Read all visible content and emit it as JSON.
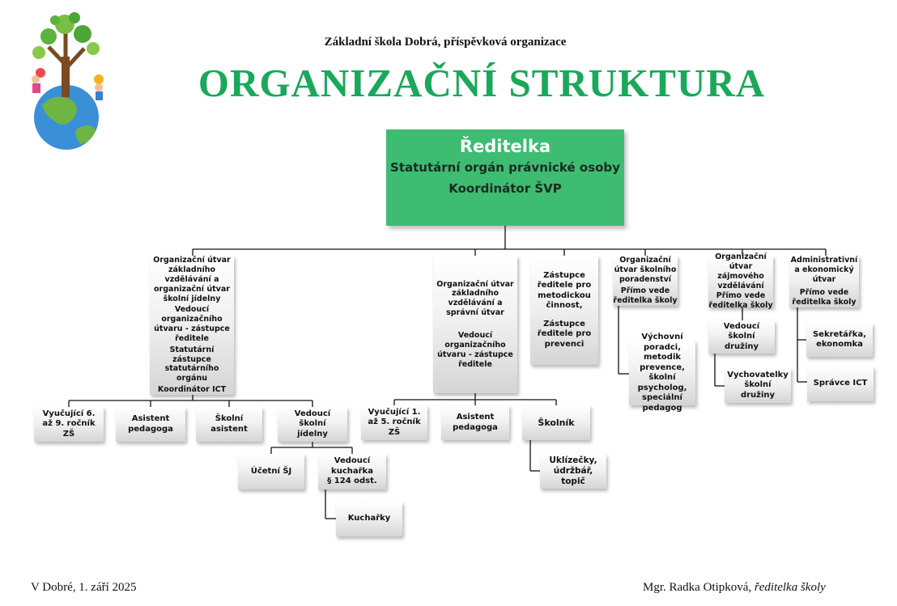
{
  "header": {
    "school": "Základní škola Dobrá, příspěvková organizace",
    "title": "ORGANIZAČNÍ STRUKTURA"
  },
  "director": {
    "line1": "Ředitelka",
    "line2": "Statutární orgán právnické osoby",
    "line3": "Koordinátor ŠVP"
  },
  "units": {
    "basic_dining": {
      "a": "Organizační útvar základního vzdělávání a organizační útvar školní jídelny",
      "b": "Vedoucí organizačního útvaru - zástupce ředitele",
      "c": "Statutární zástupce statutárního orgánu",
      "d": "Koordinátor ICT"
    },
    "teachers_6_9": "Vyučující 6. až 9. ročník ZŠ",
    "assistant_ped_1": "Asistent pedagoga",
    "school_assistant": "Školní asistent",
    "dining_head": "Vedoucí školní jídelny",
    "dining_accountant": "Účetní ŠJ",
    "head_cook": {
      "a": "Vedoucí kuchařka",
      "b": "§ 124 odst."
    },
    "cooks": "Kuchařky",
    "basic_admin": {
      "a": "Organizační útvar základního vzdělávání a správní útvar",
      "b": "Vedoucí organizačního útvaru - zástupce ředitele"
    },
    "teachers_1_5": "Vyučující 1. až 5. ročník ZŠ",
    "assistant_ped_2": "Asistent pedagoga",
    "janitor": "Školník",
    "cleaners": "Uklízečky, údržbář, topič",
    "deputies": {
      "a": "Zástupce ředitele pro metodickou činnost,",
      "b": "Zástupce ředitele pro prevenci"
    },
    "counseling": {
      "a": "Organizační útvar školního poradenství",
      "b": "Přímo vede ředitelka školy"
    },
    "counseling_staff": "Výchovní poradci, metodik prevence, školní psycholog, speciální pedagog",
    "interest": {
      "a": "Organizační útvar zájmového vzdělávání",
      "b": "Přímo vede ředitelka školy"
    },
    "club_head": "Vedoucí školní družiny",
    "club_educators": "Vychovatelky školní družiny",
    "admin_econ": {
      "a": "Administrativní a ekonomický útvar",
      "b": "Přímo vede ředitelka školy"
    },
    "secretary": "Sekretářka, ekonomka",
    "ict_admin": "Správce ICT"
  },
  "footer": {
    "place_date": "V Dobré, 1. září 2025",
    "signature_name": "Mgr. Radka Otipková,",
    "signature_role": "ředitelka školy"
  },
  "colors": {
    "title_green": "#1aa85a",
    "director_green": "#3dbc72"
  }
}
